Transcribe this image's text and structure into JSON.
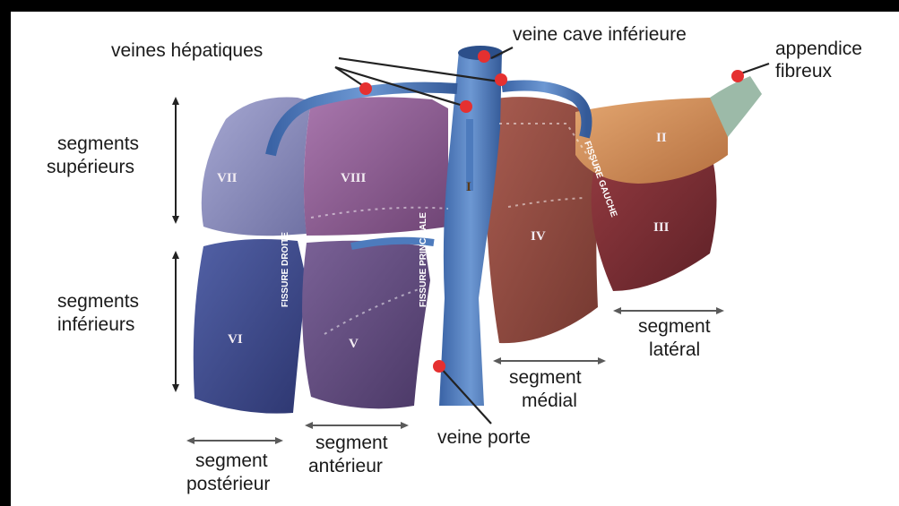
{
  "labels": {
    "veines_hepatiques": "veines hépatiques",
    "veine_cave": "veine cave inférieure",
    "appendice_1": "appendice",
    "appendice_2": "fibreux",
    "seg_sup_1": "segments",
    "seg_sup_2": "supérieurs",
    "seg_inf_1": "segments",
    "seg_inf_2": "inférieurs",
    "seg_lat_1": "segment",
    "seg_lat_2": "latéral",
    "seg_med_1": "segment",
    "seg_med_2": "médial",
    "veine_porte": "veine porte",
    "seg_ant_1": "segment",
    "seg_ant_2": "antérieur",
    "seg_post_1": "segment",
    "seg_post_2": "postérieur"
  },
  "segments": {
    "I": "I",
    "II": "II",
    "III": "III",
    "IV": "IV",
    "V": "V",
    "VI": "VI",
    "VII": "VII",
    "VIII": "VIII"
  },
  "fissures": {
    "droite": "FISSURE DROITE",
    "principale": "FISSURE PRINCIPALE",
    "gauche": "FISSURE GAUCHE"
  },
  "colors": {
    "vein": "#3a66a8",
    "vein_light": "#6f9ad4",
    "marker": "#e53030",
    "seg_VII": "#8d8fbd",
    "seg_VIII": "#8a5a8f",
    "seg_VI": "#3e4a8c",
    "seg_V": "#5f4a7c",
    "seg_IV": "#8e4a40",
    "seg_I": "#e0b35a",
    "seg_II": "#c98a55",
    "seg_III": "#7a2e33",
    "appendix": "#9db9a8"
  }
}
